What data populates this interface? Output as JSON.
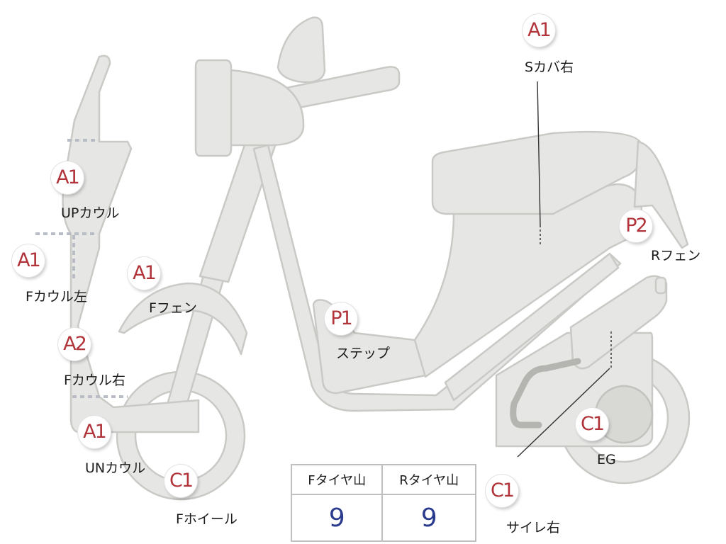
{
  "parts": [
    {
      "id": "s_cover_right",
      "code": "A1",
      "label": "Sカバ右"
    },
    {
      "id": "up_cowl",
      "code": "A1",
      "label": "UPカウル"
    },
    {
      "id": "f_cowl_left",
      "code": "A1",
      "label": "Fカウル左"
    },
    {
      "id": "f_fender",
      "code": "A1",
      "label": "Fフェン"
    },
    {
      "id": "step",
      "code": "P1",
      "label": "ステップ"
    },
    {
      "id": "r_fender",
      "code": "P2",
      "label": "Rフェン"
    },
    {
      "id": "f_cowl_right",
      "code": "A2",
      "label": "Fカウル右"
    },
    {
      "id": "un_cowl",
      "code": "A1",
      "label": "UNカウル"
    },
    {
      "id": "f_wheel",
      "code": "C1",
      "label": "Fホイール"
    },
    {
      "id": "engine",
      "code": "C1",
      "label": "EG"
    },
    {
      "id": "muffler_right",
      "code": "C1",
      "label": "サイレ右"
    }
  ],
  "tire_table": {
    "headers": [
      "Fタイヤ山",
      "Rタイヤ山"
    ],
    "values": [
      "9",
      "9"
    ]
  },
  "colors": {
    "badge_text": "#b0343a",
    "tire_value": "#2a3a8c",
    "part_fill": "#e6e6e4"
  }
}
